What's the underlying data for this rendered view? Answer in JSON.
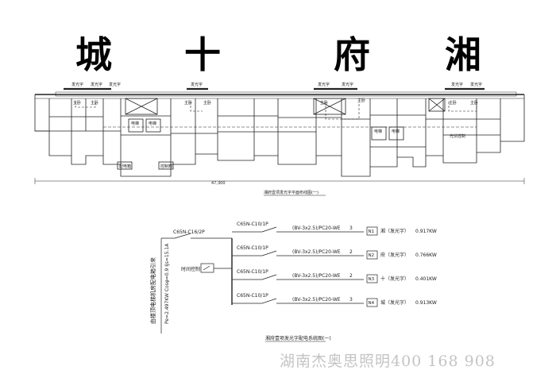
{
  "sign_characters": [
    "城",
    "十",
    "府",
    "湘"
  ],
  "floor_plan": {
    "title": "湘府壹项发光字平面布线图(一)",
    "dimension_label": "47,300",
    "room_labels": [
      "主卧",
      "主卧",
      "主卧",
      "主卧",
      "主卧",
      "主卧",
      "主卧",
      "主卧"
    ],
    "equipment_labels": [
      "发光字",
      "发光字",
      "发光字",
      "发光字",
      "发光字",
      "发光字",
      "发光字",
      "发光字"
    ],
    "side_label": "光伏控制",
    "box_labels": [
      "配电箱",
      "控制箱"
    ],
    "shaft_labels": [
      "电梯",
      "电梯",
      "电梯",
      "电梯"
    ]
  },
  "wiring_diagram": {
    "title": "湘府壹项发光字配电系统图(一)",
    "main_breaker": "C65N-C16/2P",
    "supply_text": "由楼顶电梯机房配电箱引来",
    "supply_spec": "Pe=2.497KW Cosφ=0.9 Ijs=15.1A",
    "timer_label": "时间控制",
    "circuits": [
      {
        "breaker": "C65N-C10/1P",
        "cable": "(BV-3x2.5)/PC20-WE",
        "phase": "3",
        "circuit_id": "N1",
        "load": "湘（发光字）",
        "power": "0.917KW"
      },
      {
        "breaker": "C65N-C10/1P",
        "cable": "(BV-3x2.5)/PC20-WE",
        "phase": "2",
        "circuit_id": "N2",
        "load": "府（发光字）",
        "power": "0.766KW"
      },
      {
        "breaker": "C65N-C10/1P",
        "cable": "(BV-3x2.5)/PC20-WE",
        "phase": "2",
        "circuit_id": "N3",
        "load": "十（发光字）",
        "power": "0.401KW"
      },
      {
        "breaker": "C65N-C10/1P",
        "cable": "(BV-3x2.5)/PC20-WE",
        "phase": "3",
        "circuit_id": "N4",
        "load": "城（发光字）",
        "power": "0.913KW"
      }
    ]
  },
  "watermark": "湖南杰奥思照明400 168 908"
}
